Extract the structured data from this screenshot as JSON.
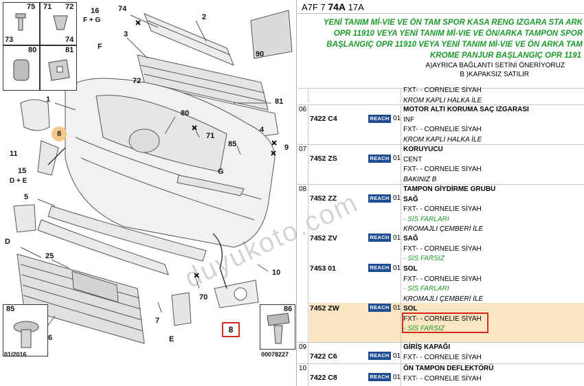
{
  "diagram": {
    "callouts": {
      "c74": "74",
      "c2": "2",
      "c16": "16",
      "c16sub": "F + G",
      "c3": "3",
      "c90": "90",
      "cF": "F",
      "c72": "72",
      "c1": "1",
      "c81": "81",
      "c80": "80",
      "c71": "71",
      "c85": "85",
      "c9": "9",
      "cG": "G",
      "c11": "11",
      "c15": "15",
      "c15sub": "D + E",
      "c5": "5",
      "cD": "D",
      "c25": "25",
      "c7": "7",
      "cE": "E",
      "c70": "70",
      "c10": "10",
      "c6": "6",
      "c4": "4",
      "c8badge": "8",
      "c8box": "8"
    },
    "insets": {
      "n75": "75",
      "n71": "71",
      "n72": "72",
      "n73": "73",
      "n74": "74",
      "n80": "80",
      "n81": "81",
      "n85": "85",
      "n86": "86"
    },
    "date_tag": "01/2016",
    "code_tag": "00078227",
    "watermark": "duyukoto.com"
  },
  "parts": {
    "header_prefix": "A7F 7",
    "header_bold": "74A",
    "header_suffix": "17A",
    "notes": [
      "YENİ TANIM Mİ-VIE VE ÖN TAM SPOR KASA RENG IZGARA STA ARK",
      "OPR 11910 VEYA YENİ TANIM Mİ-VIE VE ÖN/ARKA TAMPON SPOR",
      "BAŞLANGIÇ OPR 11910 VEYA YENİ TANIM Mİ-VIE VE ÖN ARKA TAM",
      "KROME PANJUR BAŞLANGIÇ OPR 1191"
    ],
    "sub_notes": [
      "A)AYRICA BAĞLANTI SETİNİ ÖNERİYORUZ",
      "B )KAPAKSIZ SATILIR"
    ],
    "top_row_lines": [
      "FXT- - CORNELIE SİYAH",
      "KROM KAPLI HALKA İLE"
    ],
    "reach_label": "REACH",
    "rows": [
      {
        "idx": "06",
        "part": "7422 C4",
        "qty": "01",
        "title": "MOTOR ALTI KORUMA SAÇ IZGARASI",
        "l1": "INF",
        "l2": "FXT- - CORNELIE SİYAH",
        "l3": "KROM KAPLI HALKA İLE"
      },
      {
        "idx": "07",
        "part": "7452 ZS",
        "qty": "01",
        "title": "KORUYUCU",
        "l1": "CENT",
        "l2": "FXT- - CORNELIE SİYAH",
        "l3": "BAKINIZ B"
      },
      {
        "idx": "08",
        "part": "7452 ZZ",
        "qty": "01",
        "title": "TAMPON GİYDİRME GRUBU",
        "l1": "SAĞ",
        "l2": "FXT- - CORNELIE SİYAH",
        "l3": "- SİS FARLARI",
        "l4": "KROMAJLI ÇEMBERİ İLE"
      },
      {
        "part": "7452 ZV",
        "qty": "01",
        "l1": "SAĞ",
        "l2": "FXT- - CORNELIE SİYAH",
        "l3": "- SİS FARSIZ"
      },
      {
        "part": "7453 01",
        "qty": "01",
        "l1": "SOL",
        "l2": "FXT- - CORNELIE SİYAH",
        "l3": "- SİS FARLARI",
        "l4": "KROMAJLI ÇEMBERİ İLE"
      },
      {
        "part": "7452 ZW",
        "qty": "01",
        "l1": "SOL",
        "l2": "FXT- - CORNELIE SİYAH",
        "l3": "- SİS FARSIZ"
      },
      {
        "idx": "09",
        "part": "7422 C6",
        "qty": "01",
        "title": "GİRİŞ KAPAĞI",
        "l1": "FXT- - CORNELIE SİYAH"
      },
      {
        "idx": "10",
        "part": "7422 C8",
        "qty": "01",
        "title": "ÖN TAMPON DEFLEKTÖRÜ",
        "l1": "FXT- - CORNELIE SİYAH"
      }
    ]
  },
  "colors": {
    "green": "#1c9a2a",
    "reach": "#1f4d94",
    "highlight": "#fbe6c4",
    "red": "#d6281e",
    "badge": "#f3c98b"
  }
}
